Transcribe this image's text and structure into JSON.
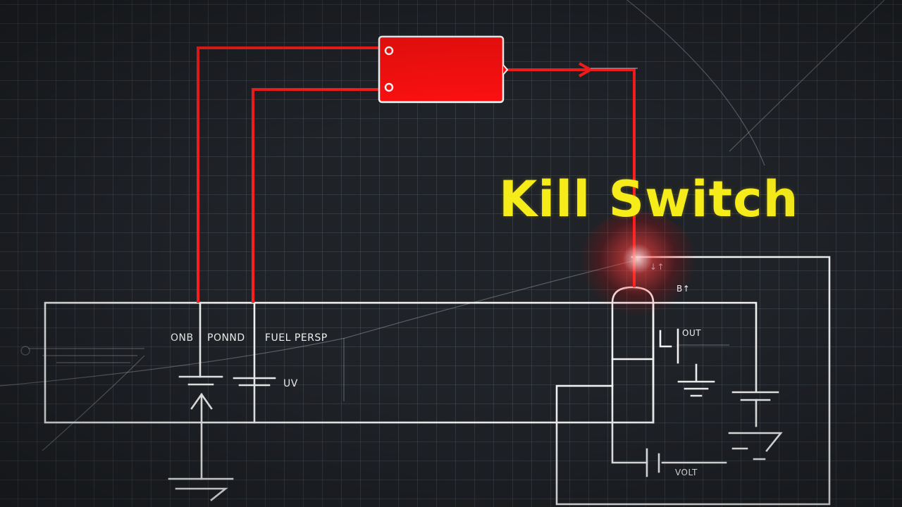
{
  "title": {
    "text": "Kill Switch",
    "color": "#f6ec1a"
  },
  "colors": {
    "background": "#1f2227",
    "grid": "#5a6270",
    "wire_white": "#f2f2f2",
    "wire_red": "#ff1e1e",
    "relay_fill": "#ff1010"
  },
  "labels": {
    "one": "ONB",
    "pond": "PONND",
    "fuel_pump": "FUEL PERSP",
    "uv": "UV",
    "out": "OUT",
    "bt": "B↑",
    "volt": "VOLT",
    "top_mark": "↓↑"
  }
}
